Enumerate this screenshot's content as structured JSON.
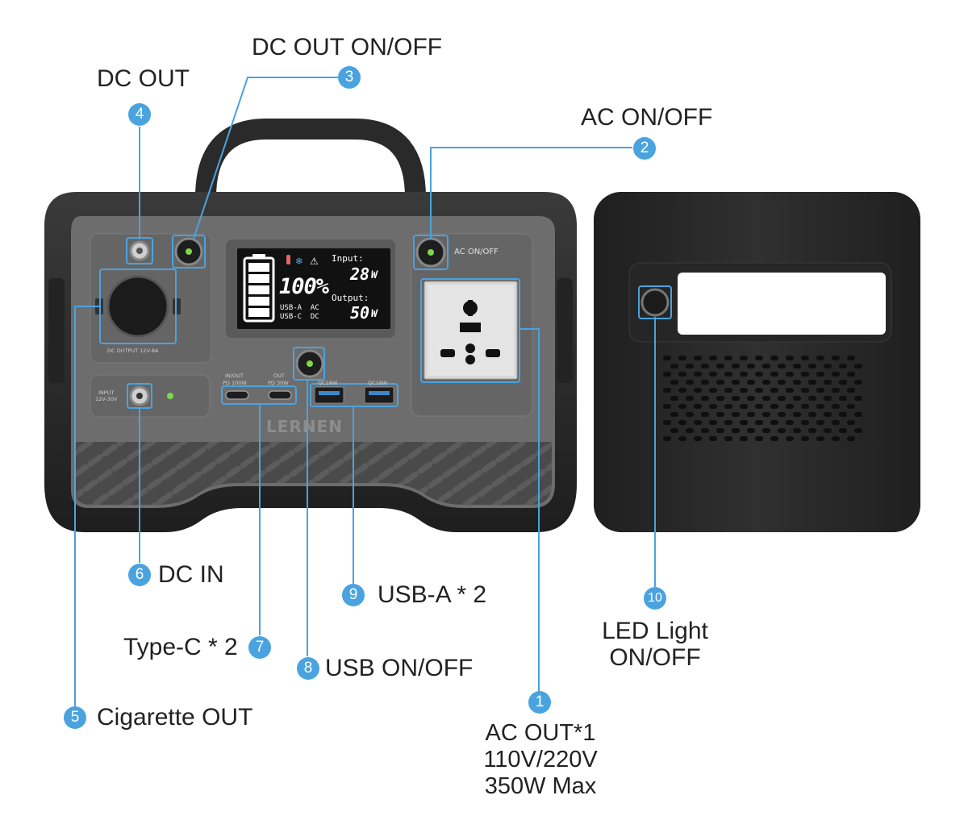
{
  "brand": "LERNEN",
  "panel_labels": {
    "ac_switch": "AC ON/OFF",
    "dc_output": "DC OUTPUT 12V-8A",
    "input": "INPUT",
    "input_range": "12V-30V",
    "typec_left_top": "IN/OUT",
    "typec_left_bottom": "PD 100W",
    "typec_right_top": "OUT",
    "typec_right_bottom": "PD 30W",
    "usb_a_left": "QC18W",
    "usb_a_right": "QC18W"
  },
  "lcd": {
    "battery": "100%",
    "input_label": "Input:",
    "input_value": "28",
    "input_unit": "W",
    "output_label": "Output:",
    "output_value": "50",
    "output_unit": "W",
    "ports_line1": "USB-A  AC",
    "ports_line2": "USB-C  DC"
  },
  "callouts": [
    {
      "id": "ac-out",
      "number": "1",
      "lines": [
        "AC OUT*1",
        "110V/220V",
        "350W Max"
      ]
    },
    {
      "id": "ac-onoff",
      "number": "2",
      "lines": [
        "AC ON/OFF"
      ]
    },
    {
      "id": "dc-out-onoff",
      "number": "3",
      "lines": [
        "DC OUT ON/OFF"
      ]
    },
    {
      "id": "dc-out",
      "number": "4",
      "lines": [
        "DC OUT"
      ]
    },
    {
      "id": "cigarette-out",
      "number": "5",
      "lines": [
        "Cigarette OUT"
      ]
    },
    {
      "id": "dc-in",
      "number": "6",
      "lines": [
        "DC IN"
      ]
    },
    {
      "id": "type-c",
      "number": "7",
      "lines": [
        "Type-C * 2"
      ]
    },
    {
      "id": "usb-onoff",
      "number": "8",
      "lines": [
        "USB ON/OFF"
      ]
    },
    {
      "id": "usb-a",
      "number": "9",
      "lines": [
        "USB-A * 2"
      ]
    },
    {
      "id": "led-light",
      "number": "10",
      "lines": [
        "LED Light",
        "ON/OFF"
      ]
    }
  ],
  "colors": {
    "callout_accent": "#4aa3df",
    "body_dark": "#2b2b2b",
    "panel_gray": "#6f6f6f",
    "indicator_green": "#7dd84a"
  }
}
